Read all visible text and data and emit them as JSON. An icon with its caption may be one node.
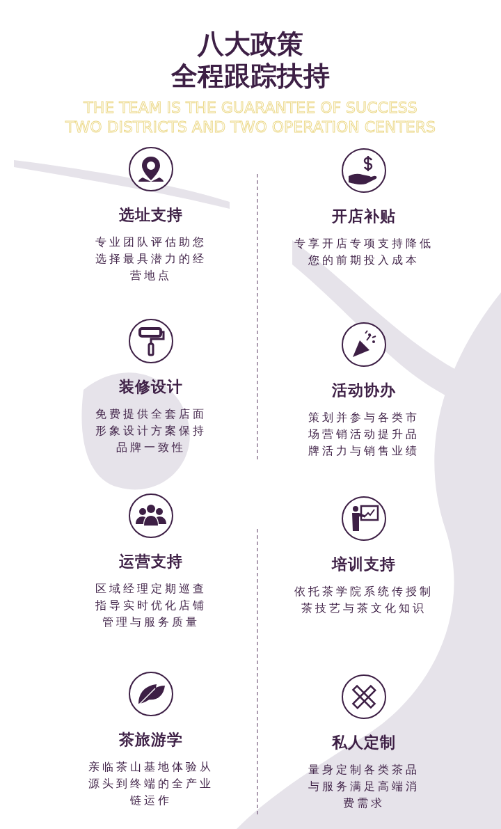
{
  "diagram": {
    "title": "八大政策",
    "nodes": [
      {
        "text": [
          "选址支持",
          "专业团队评估助您选择最具潜力的经营地点"
        ]
      },
      {
        "text": [
          "开店补贴",
          "专享开店专项支持降低您的前期投入成本"
        ]
      },
      {
        "text": [
          "装修设计",
          "免费提供全套店面形象设计方案保持品牌一致性"
        ]
      },
      {
        "text": [
          "活动协办",
          "策划并参与各类市场营销活动提升品牌活力与销售业绩"
        ]
      },
      {
        "text": [
          "运营支持",
          "区域经理定期巡查指导实时优化店铺管理与服务质量"
        ]
      },
      {
        "text": [
          "培训支持",
          "依托茶学院系统传授制茶技艺与茶文化知识"
        ]
      },
      {
        "text": [
          "茶旅游学",
          "亲临茶山基地体验从源头到终端的全产业链运作"
        ]
      },
      {
        "text": [
          "私人定制",
          "量身定制各类茶品与服务满足高端消费需求"
        ]
      }
    ],
    "labels": [
      "全程跟踪扶持",
      "THE TEAM IS THE GUARANTEE OF SUCCESS",
      "TWO DISTRICTS AND TWO OPERATION CENTERS"
    ]
  }
}
